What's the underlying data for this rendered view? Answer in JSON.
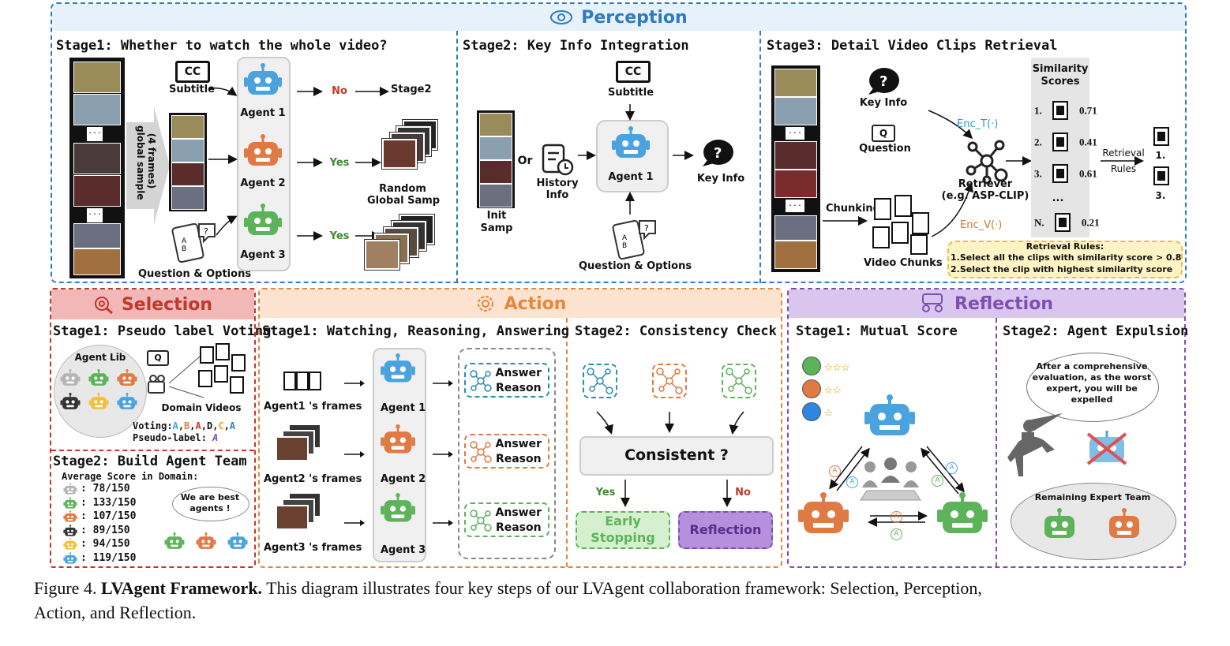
{
  "colors": {
    "perception": "#2e7bbf",
    "perception_bg": "#e7f1fa",
    "selection": "#c0392b",
    "selection_bg": "#f2b8b8",
    "action": "#e8873a",
    "action_bg": "#fbe3cf",
    "reflection": "#7e4fb3",
    "reflection_bg": "#d9c5ee",
    "robot_blue": "#4aa3df",
    "robot_orange": "#e07a45",
    "robot_green": "#5db35a",
    "robot_gray": "#b5b5b5",
    "robot_dark": "#333333",
    "robot_yellow": "#f0c040",
    "no_red": "#c0392b",
    "yes_green": "#3c8a2e"
  },
  "perception": {
    "title": "Perception",
    "icon": "eye-icon",
    "stage1": {
      "title": "Stage1: Whether to watch the whole video?",
      "subtitle": "Subtitle",
      "cc": "CC",
      "global_sample": "(4 frames)\nglobal sample",
      "agents": [
        "Agent 1",
        "Agent 2",
        "Agent 3"
      ],
      "outcomes": [
        "No",
        "Yes",
        "Yes"
      ],
      "stage2_target": "Stage2",
      "random_global": "Random\nGlobal Samp",
      "question_options": "Question & Options",
      "dots": "..."
    },
    "stage2": {
      "title": "Stage2: Key Info Integration",
      "cc": "CC",
      "subtitle": "Subtitle",
      "or": "Or",
      "history_info": "History\nInfo",
      "agent": "Agent 1",
      "key_info": "Key Info",
      "init_samp": "Init\nSamp",
      "question_options": "Question & Options"
    },
    "stage3": {
      "title": "Stage3: Detail Video Clips Retrieval",
      "key_info": "Key Info",
      "question": "Question",
      "q_mark": "Q",
      "chunking": "Chunking",
      "video_chunks": "Video Chunks",
      "enc_t": "Enc_T(·)",
      "enc_v": "Enc_V(·)",
      "retriever": "Retriever\n(e.g. ASP-CLIP)",
      "similarity_title": "Similarity\nScores",
      "scores": [
        {
          "idx": "1.",
          "score": "0.71"
        },
        {
          "idx": "2.",
          "score": "0.41"
        },
        {
          "idx": "3.",
          "score": "0.61"
        },
        {
          "idx": "N.",
          "score": "0.21"
        }
      ],
      "ellipsis": "...",
      "retrieval_rules_arrow": "Retrieval\nRules",
      "retrieved": [
        "1.",
        "3."
      ],
      "rules_title": "Retrieval Rules:",
      "rules": [
        "1.Select all the clips with similarity score > 0.8",
        "2.Select the clip with highest similarity score"
      ]
    }
  },
  "selection": {
    "title": "Selection",
    "icon": "magnifier-icon",
    "stage1": {
      "title": "Stage1: Pseudo label Voting",
      "agent_lib": "Agent Lib",
      "q_mark": "Q",
      "domain_videos": "Domain Videos",
      "voting_label": "Voting:",
      "votes": [
        {
          "v": "A",
          "color": "#4aa3df"
        },
        {
          "v": ",",
          "color": "#111111"
        },
        {
          "v": "B",
          "color": "#e07a45"
        },
        {
          "v": ",",
          "color": "#111111"
        },
        {
          "v": "A",
          "color": "#c0392b"
        },
        {
          "v": ",",
          "color": "#111111"
        },
        {
          "v": "D",
          "color": "#111111"
        },
        {
          "v": ",",
          "color": "#111111"
        },
        {
          "v": "C",
          "color": "#f0a020"
        },
        {
          "v": ",",
          "color": "#111111"
        },
        {
          "v": "A",
          "color": "#2e7bbf"
        }
      ],
      "pseudo_label": "Pseudo-label:",
      "pseudo_value": "A"
    },
    "stage2": {
      "title": "Stage2: Build Agent Team",
      "avg_title": "Average Score in Domain:",
      "scores": [
        {
          "color": "#b5b5b5",
          "score": ": 78/150"
        },
        {
          "color": "#5db35a",
          "score": ": 133/150"
        },
        {
          "color": "#e07a45",
          "score": ": 107/150"
        },
        {
          "color": "#333333",
          "score": ": 89/150"
        },
        {
          "color": "#f0c040",
          "score": ": 94/150"
        },
        {
          "color": "#4aa3df",
          "score": ": 119/150"
        }
      ],
      "speech": "We are best\nagents !"
    }
  },
  "action": {
    "title": "Action",
    "icon": "gear-brain-icon",
    "stage1": {
      "title": "Stage1: Watching, Reasoning, Answering",
      "frames": [
        "Agent1 's frames",
        "Agent2 's frames",
        "Agent3 's frames"
      ],
      "agents": [
        "Agent 1",
        "Agent 2",
        "Agent 3"
      ],
      "answer": "Answer",
      "reason": "Reason"
    },
    "stage2": {
      "title": "Stage2: Consistency Check",
      "consistent": "Consistent ?",
      "yes": "Yes",
      "no": "No",
      "early_stopping": "Early\nStopping",
      "reflection": "Reflection"
    }
  },
  "reflection": {
    "title": "Reflection",
    "icon": "people-icon",
    "stage1": {
      "title": "Stage1: Mutual Score",
      "stars": [
        {
          "color": "#5db35a",
          "stars": "☆☆☆"
        },
        {
          "color": "#e07a45",
          "stars": "☆☆"
        },
        {
          "color": "#2e86de",
          "stars": "☆"
        }
      ],
      "badge": "A"
    },
    "stage2": {
      "title": "Stage2: Agent Expulsion",
      "speech": "After a comprehensive\nevaluation, as the worst\nexpert, you will be\nexpelled",
      "remaining": "Remaining Expert Team"
    }
  },
  "caption": {
    "label": "Figure 4.",
    "bold": "LVAgent Framework.",
    "text": "This diagram illustrates four key steps of our LVAgent collaboration framework: Selection, Perception,",
    "text2": "Action, and Reflection."
  }
}
